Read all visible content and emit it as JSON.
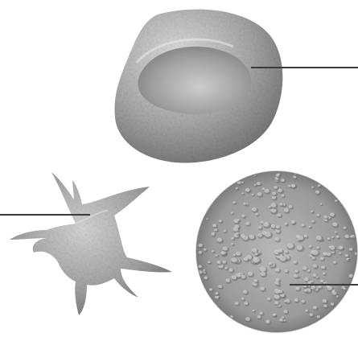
{
  "figure": {
    "subjects": [
      {
        "id": "red-blood-cell",
        "shape": "biconcave-disc"
      },
      {
        "id": "platelet",
        "shape": "spiky-star"
      },
      {
        "id": "white-blood-cell",
        "shape": "textured-sphere"
      }
    ],
    "leader_lines": [
      "red-blood-cell",
      "platelet",
      "white-blood-cell"
    ],
    "colors": {
      "background": "#ffffff",
      "cell_light": "#d2d2d2",
      "cell_mid": "#9c9c9c",
      "cell_dark": "#6c6c6c",
      "leader_line": "#3a3a3a"
    }
  }
}
